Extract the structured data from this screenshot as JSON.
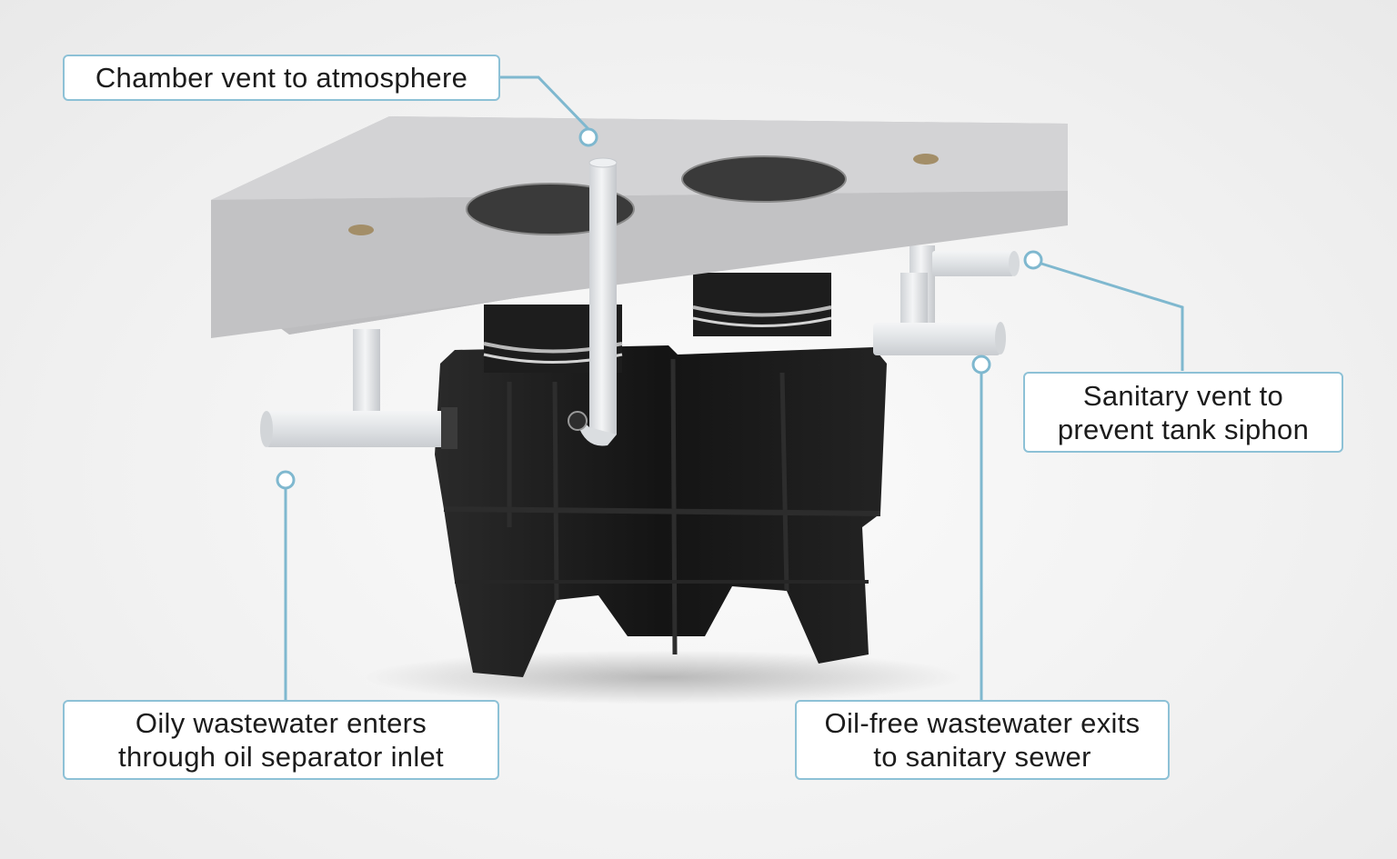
{
  "callouts": {
    "chamber_vent": {
      "text": "Chamber vent to atmosphere"
    },
    "sanitary_vent": {
      "line1": "Sanitary vent to",
      "line2": "prevent tank siphon"
    },
    "inlet": {
      "line1": "Oily wastewater enters",
      "line2": "through oil separator inlet"
    },
    "outlet": {
      "line1": "Oil-free wastewater exits",
      "line2": "to sanitary sewer"
    }
  },
  "colors": {
    "callout_border": "#8dc1d6",
    "leader_line": "#7fb8cf",
    "slab": "#c9c9cb",
    "tank": "#1a1a1a",
    "pipe": "#e6e8ea"
  }
}
